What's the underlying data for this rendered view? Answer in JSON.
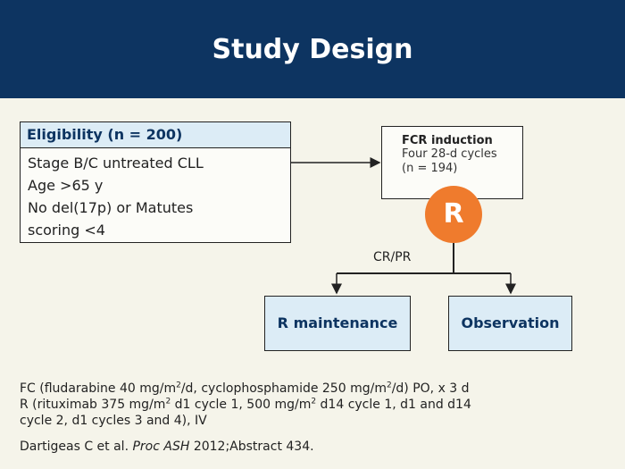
{
  "header": {
    "title": "Study Design"
  },
  "eligibility": {
    "heading": "Eligibility (n = 200)",
    "criteria": [
      "Stage B/C untreated CLL",
      "Age >65 y",
      "No del(17p) or Matutes",
      "scoring <4"
    ]
  },
  "induction": {
    "title": "FCR induction",
    "line1": "Four 28-d cycles",
    "line2": "(n = 194)"
  },
  "randomization": {
    "label": "R"
  },
  "response_label": "CR/PR",
  "arms": {
    "maintenance": "R maintenance",
    "observation": "Observation"
  },
  "footnotes": {
    "fc": {
      "a": "FC (fludarabine 40 mg/m",
      "sup1": "2",
      "b": "/d, cyclophosphamide 250 mg/m",
      "sup2": "2",
      "c": "/d) PO, x 3 d"
    },
    "r": {
      "a": "R (rituximab 375 mg/m",
      "sup1": "2",
      "b": " d1 cycle 1, 500 mg/m",
      "sup2": "2",
      "c": " d14 cycle 1, d1 and d14"
    },
    "r_cont": "cycle 2, d1 cycles 3 and 4), IV"
  },
  "citation": {
    "authors": "Dartigeas C et al. ",
    "journal": "Proc ASH",
    "rest": " 2012;Abstract 434."
  },
  "colors": {
    "header": "#0d3461",
    "accent": "#ef7b2d",
    "box_fill": "#dcecf6",
    "background": "#f5f4ea"
  }
}
